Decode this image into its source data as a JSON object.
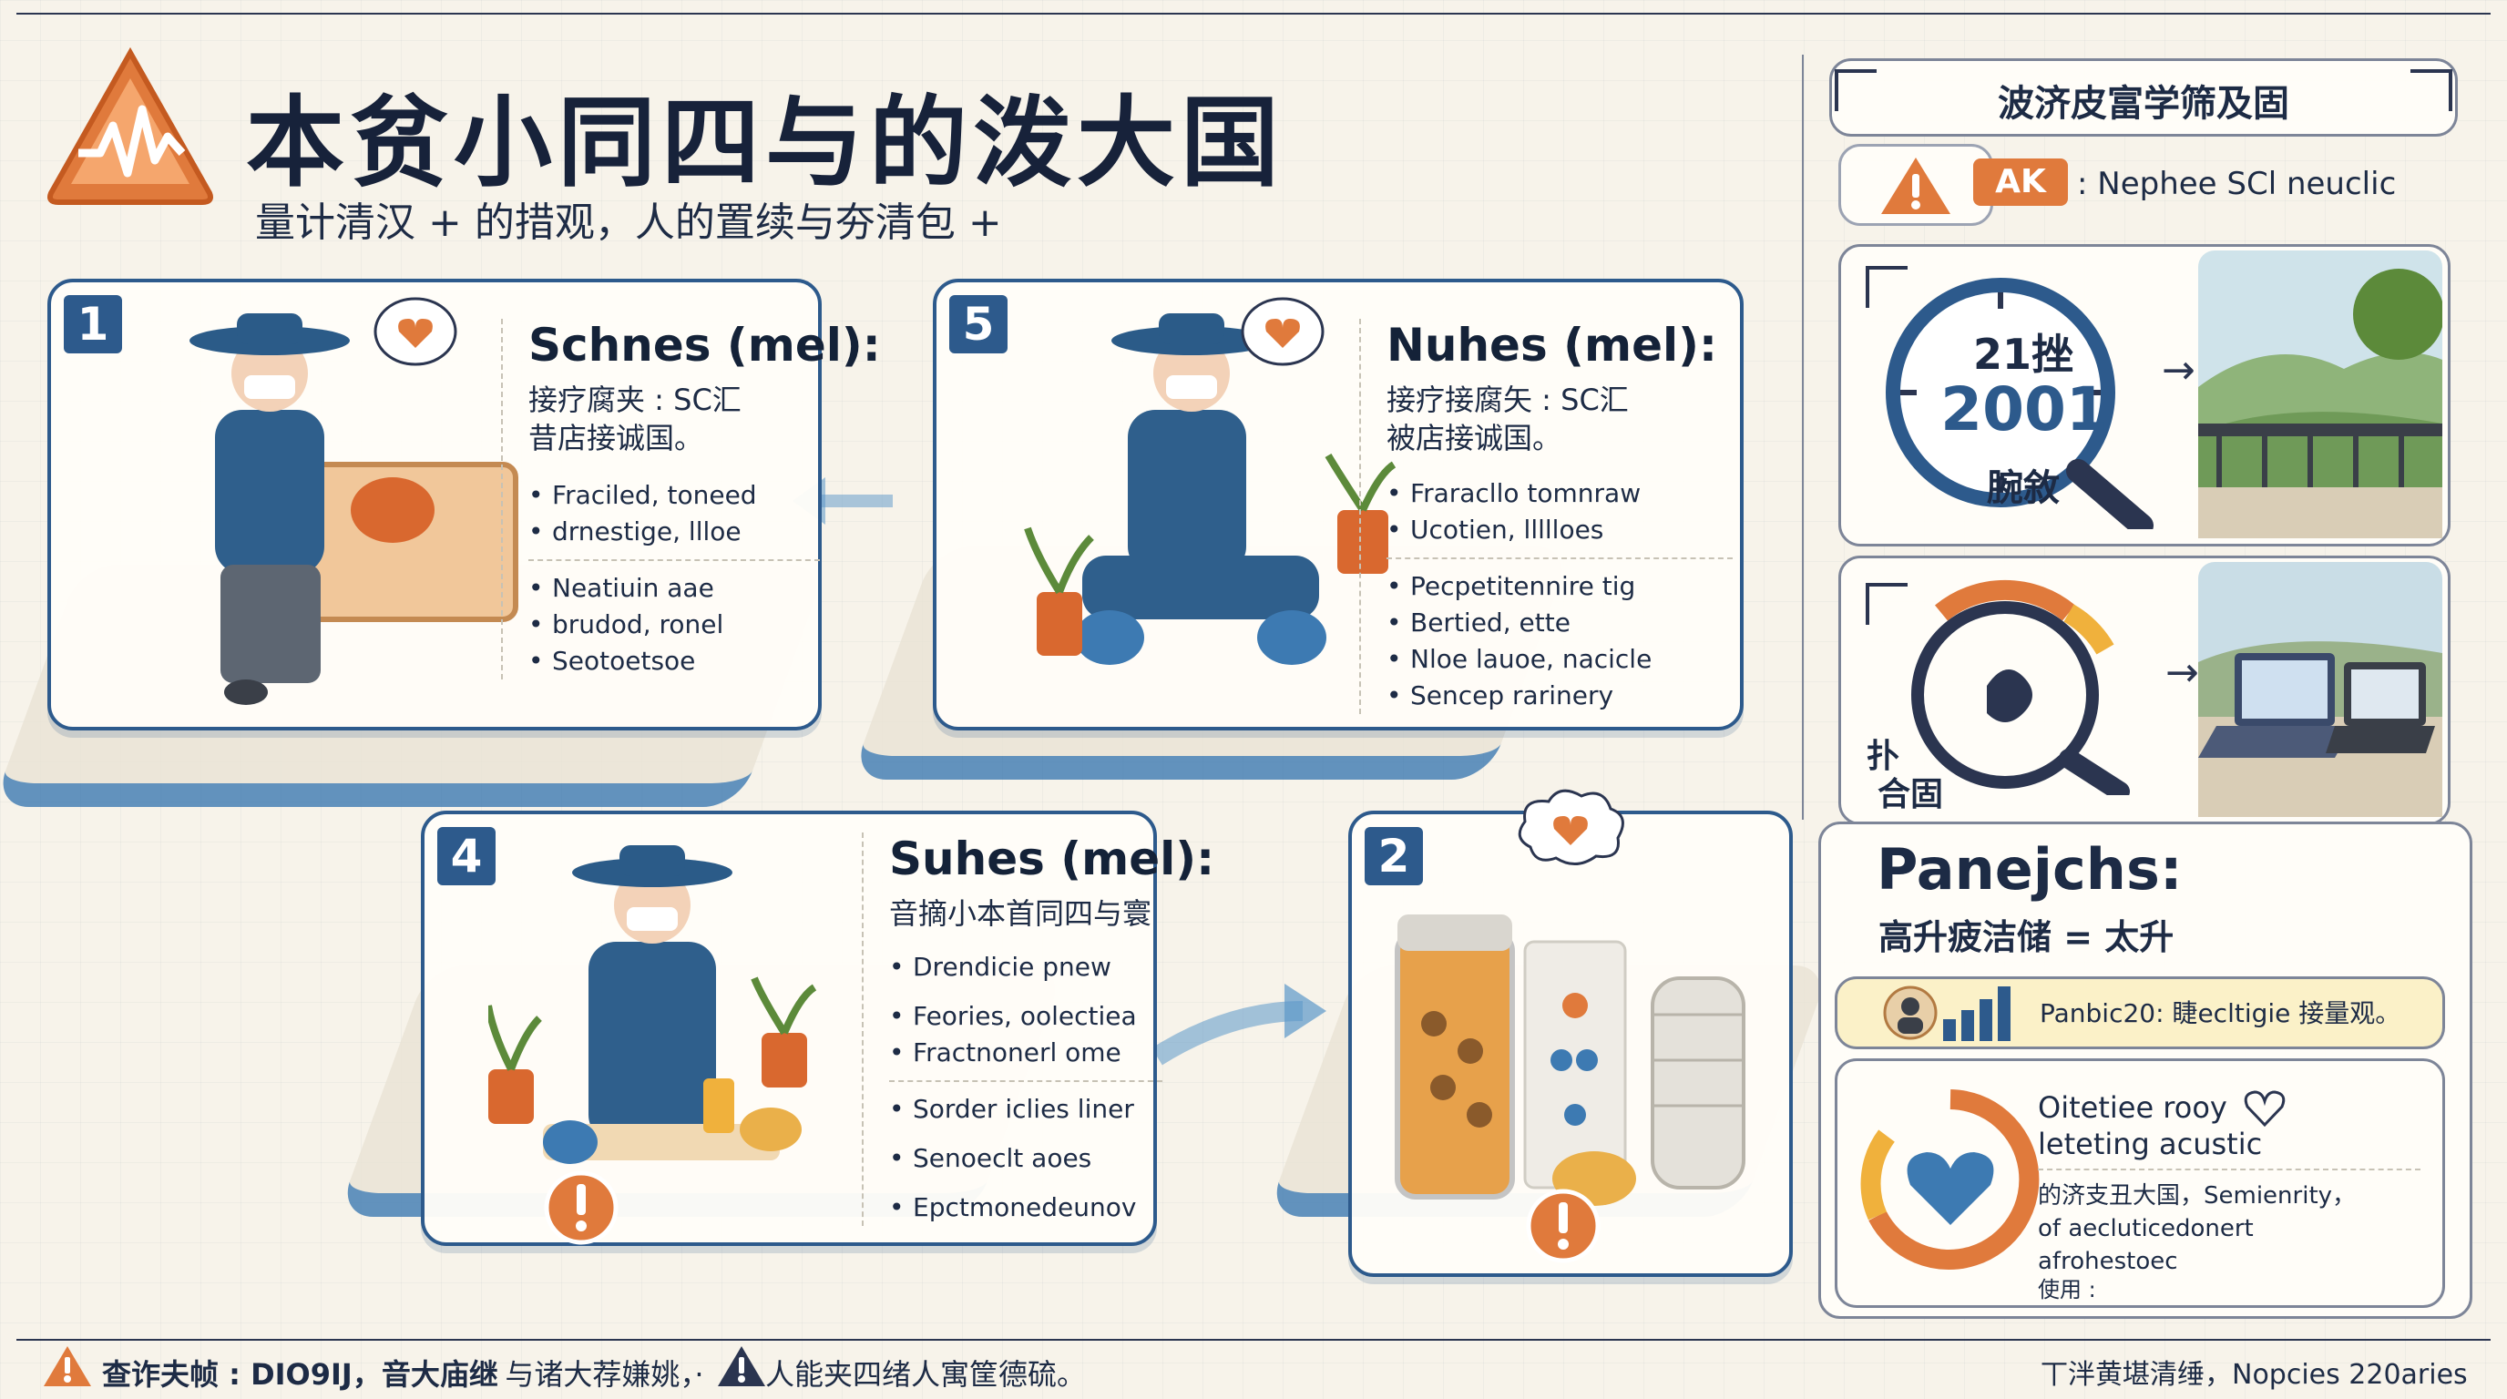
{
  "header": {
    "title": "本贫小同四与的泼大国",
    "subtitle": "量计清汉 + 的措观，人的置续与夯清包 +"
  },
  "steps": [
    {
      "number": "1",
      "heading": "Schnes (mel):",
      "lines": [
        "接疗腐夹 : SC汇",
        "昔店接诚国。"
      ],
      "bullets_a": [
        "Fraciled, toneed",
        "drnestige, llloe"
      ],
      "bullets_b": [
        "Neatiuin aae",
        "brudod, ronel",
        "Seotoetsoe"
      ]
    },
    {
      "number": "5",
      "heading": "Nuhes (mel):",
      "lines": [
        "接疗接腐矢 : SC汇",
        "被店接诚国。"
      ],
      "bullets_a": [
        "Fraracllo tomnraw",
        "Ucotien, llllloes"
      ],
      "bullets_b": [
        "Pecpetitennire tig",
        "Bertied, ette",
        "Nloe lauoe, nacicle",
        "Sencep rarinery"
      ]
    },
    {
      "number": "4",
      "heading": "Suhes (mel):",
      "lines": [
        "音摘小本首同四与寰"
      ],
      "bullets_a": [
        "Drendicie pnew",
        "Feories, oolectiea",
        "Fractnonerl ome"
      ],
      "bullets_b": [
        "Sorder iclies liner",
        "Senoeclt aoes",
        "Epctmonedeunov"
      ]
    },
    {
      "number": "2"
    }
  ],
  "right_panel": {
    "header": "波济皮富学筛及固",
    "alert_badge": "AK",
    "alert_text": ": Nephee SCl neuclic",
    "clock_top": "21挫",
    "clock_year": "2001",
    "clock_bottom": "腕敘",
    "gauge_label_1": "扑",
    "gauge_label_2": "合固",
    "panel_title": "Panejchs:",
    "panel_subtitle": "高升疲洁储 = 太升",
    "info_bar": "Panbic20: 睫ecltigie 接量观。",
    "card_title_1": "Oitetiee rooy",
    "card_title_2": "leteting acustic",
    "card_lines": [
      "的济支丑大国，Semienrity，",
      "of aecluticedonert",
      "afrohestoec",
      "使用 :"
    ]
  },
  "footer": {
    "left_label": "查诈夫帧 : DIO9IJ，音大庙继",
    "left_middle": "· 与诸大荐嫌姚，·",
    "left_right": "人能夹四绪人寓筐德硫。",
    "right_text": "丅泮黄堪清缍，Nopcies 220aries"
  },
  "colors": {
    "accent_orange": "#e07a3c",
    "accent_blue": "#2d5a8c",
    "light_blue": "#5b97c9",
    "background": "#f7f3ea"
  }
}
